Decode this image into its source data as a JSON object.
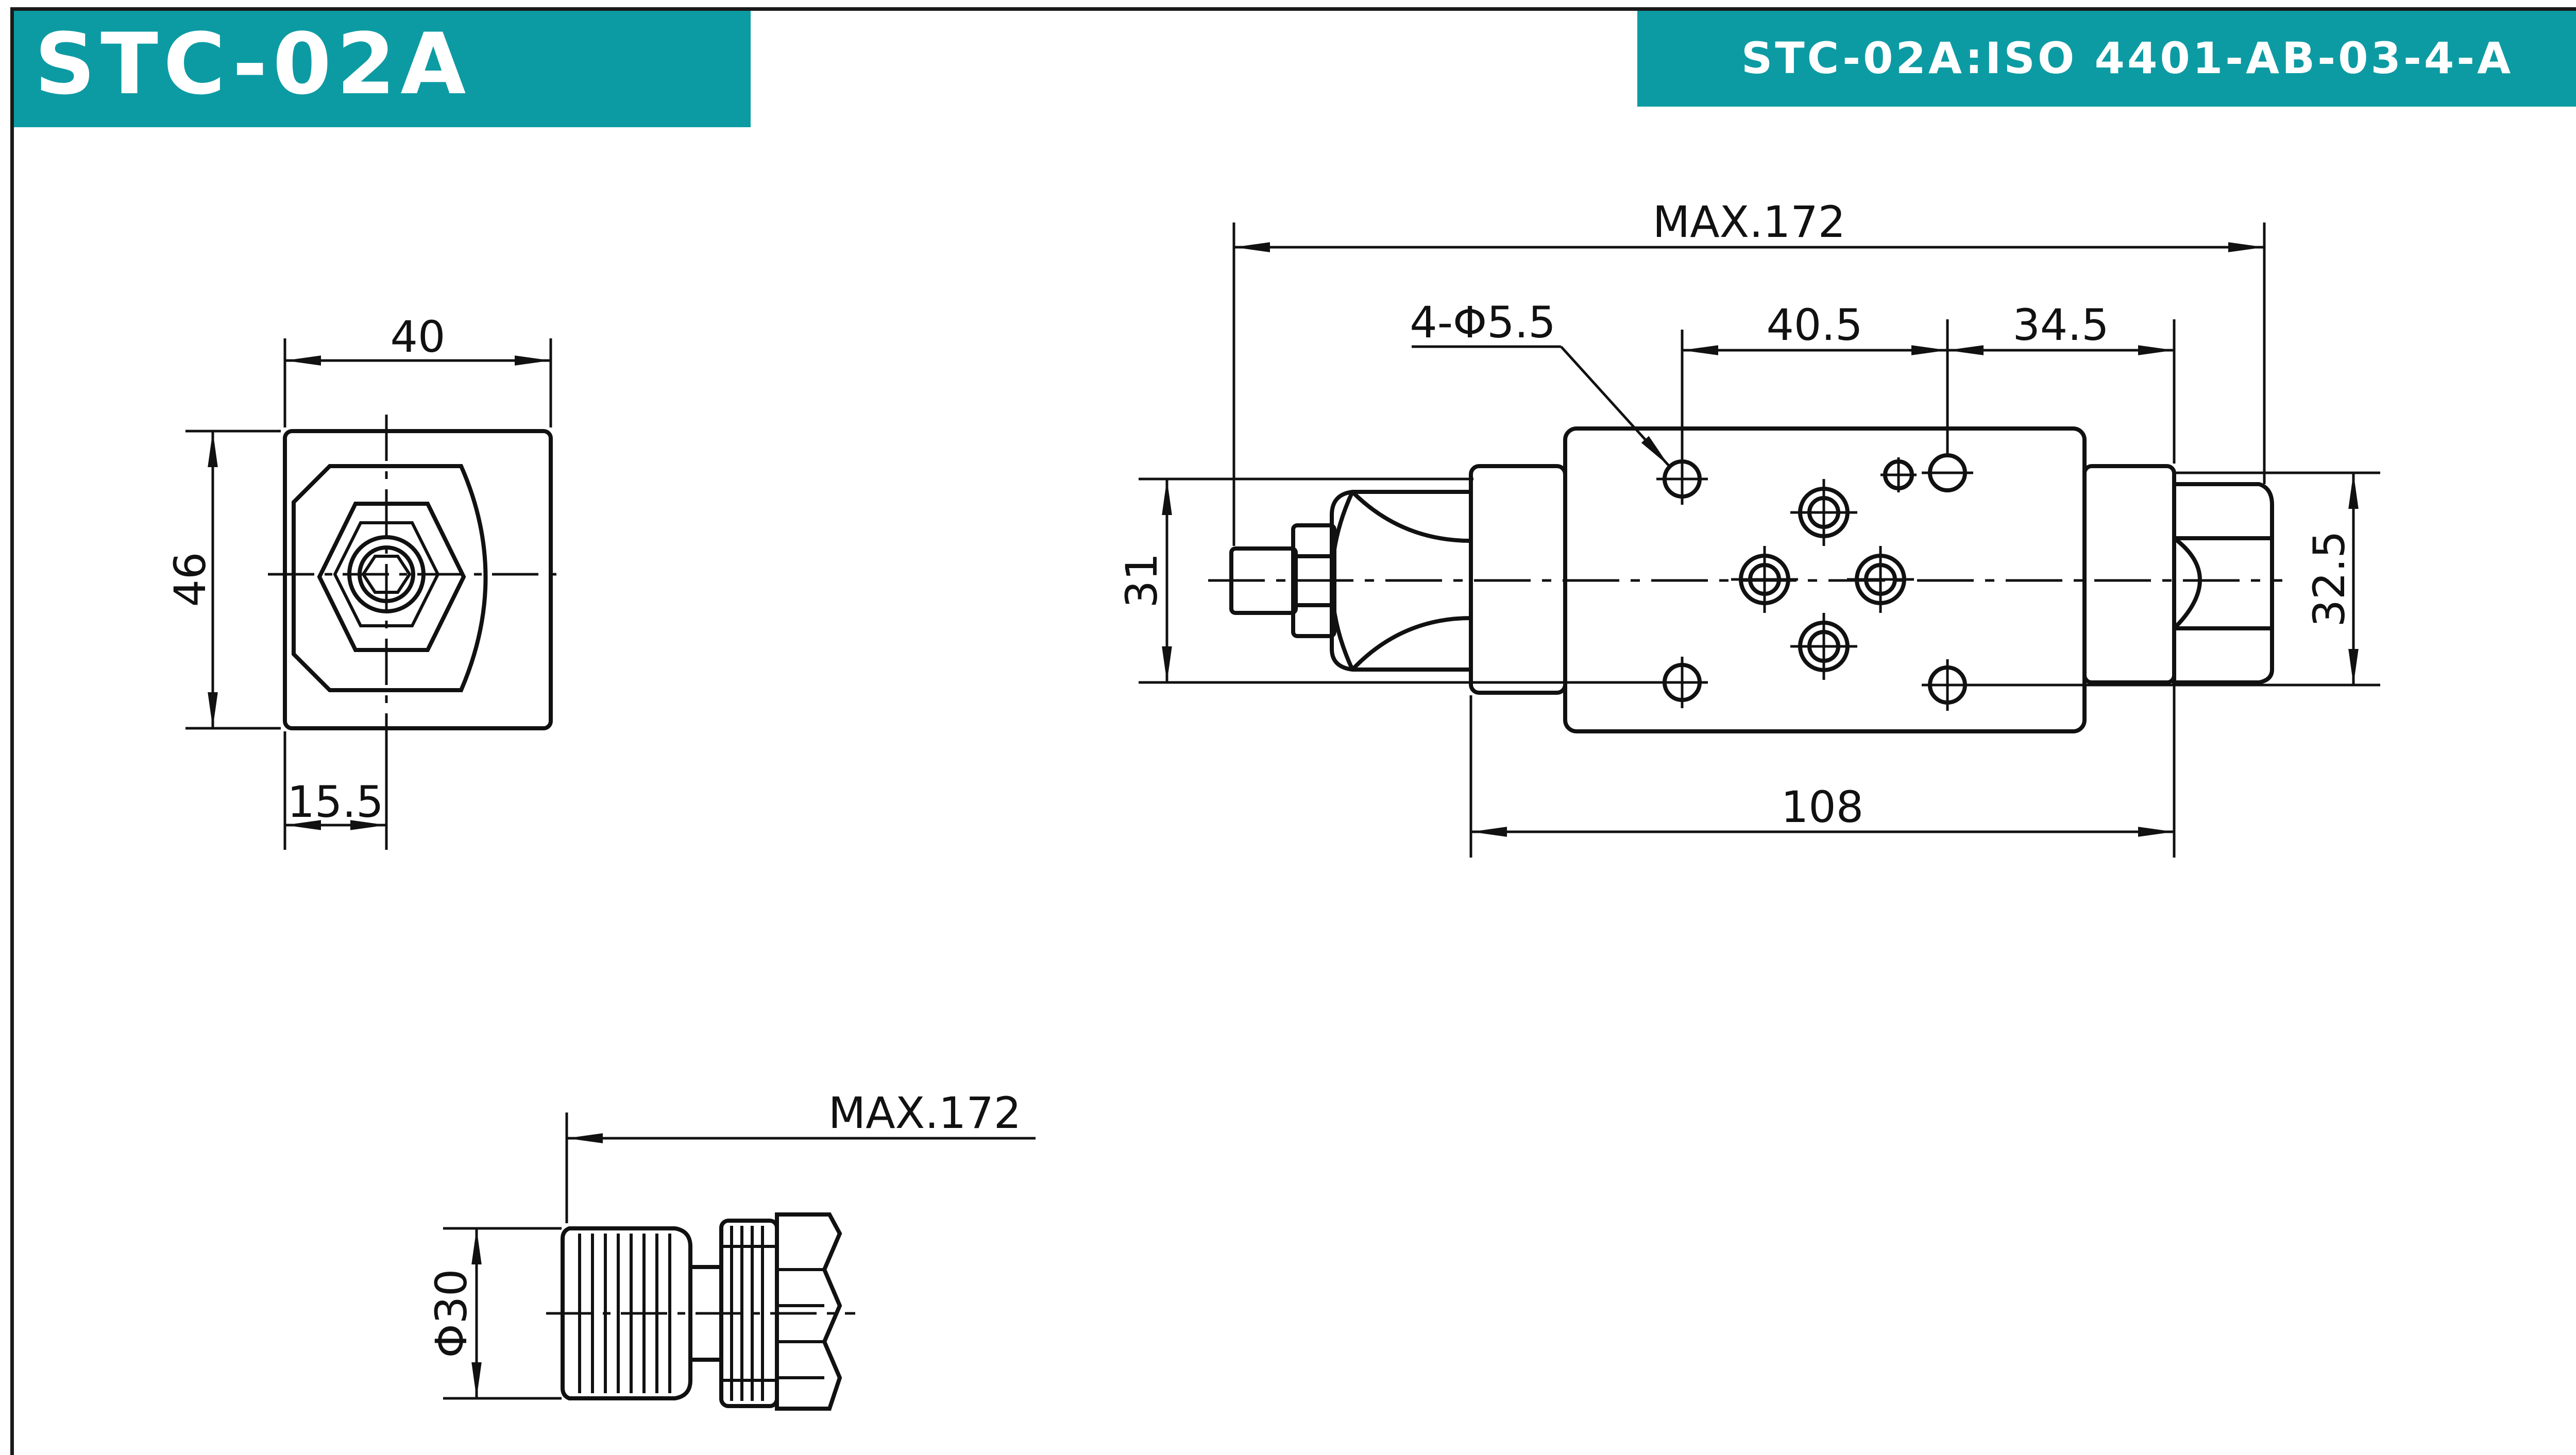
{
  "header": {
    "model": "STC-02A",
    "spec": "STC-02A:ISO 4401-AB-03-4-A"
  },
  "dimensions": {
    "end_width": "40",
    "end_height": "46",
    "end_offset": "15.5",
    "overall_length": "MAX.172",
    "hole_callout": "4-Φ5.5",
    "hole_spacing_1": "40.5",
    "hole_spacing_2": "34.5",
    "body_height_left": "31",
    "body_height_right": "32.5",
    "body_length": "108",
    "knob_length": "MAX.172",
    "knob_diameter": "Φ30"
  },
  "colors": {
    "accent": "#0d9ba3",
    "line": "#111111"
  }
}
